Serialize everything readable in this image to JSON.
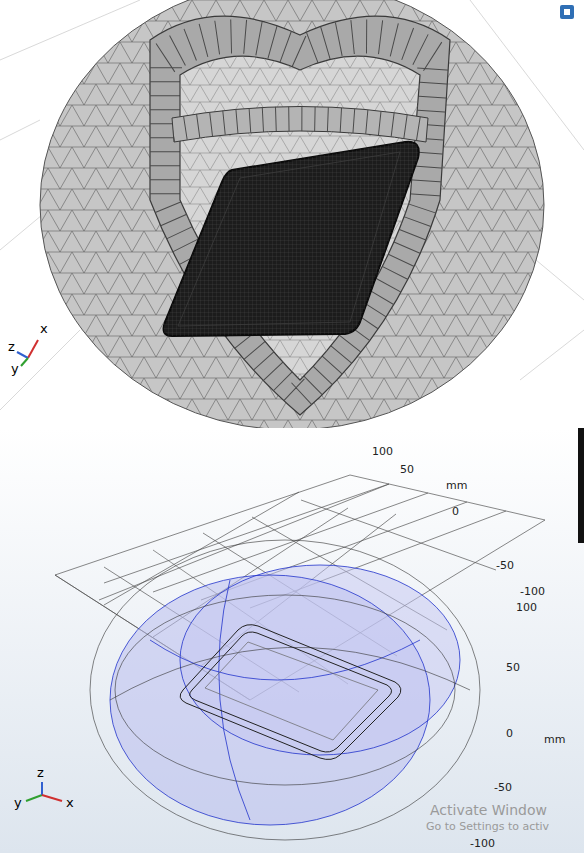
{
  "diagram": {
    "labels": [
      "z",
      "x",
      "y",
      "100",
      "50",
      "mm",
      "0",
      "-50",
      "-100",
      "100",
      "50",
      "0",
      "mm",
      "-50",
      "-100",
      "y",
      "z",
      "x",
      "Activate Window",
      "Go to Settings to activ"
    ]
  }
}
